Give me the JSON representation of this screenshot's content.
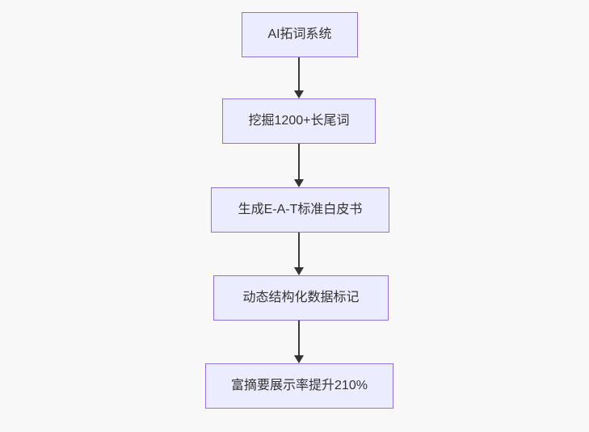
{
  "diagram": {
    "type": "flowchart",
    "direction": "top-down",
    "nodes": [
      {
        "id": "node-1",
        "label": "AI拓词系统"
      },
      {
        "id": "node-2",
        "label": "挖掘1200+长尾词"
      },
      {
        "id": "node-3",
        "label": "生成E-A-T标准白皮书"
      },
      {
        "id": "node-4",
        "label": "动态结构化数据标记"
      },
      {
        "id": "node-5",
        "label": "富摘要展示率提升210%"
      }
    ],
    "edges": [
      {
        "from": "node-1",
        "to": "node-2"
      },
      {
        "from": "node-2",
        "to": "node-3"
      },
      {
        "from": "node-3",
        "to": "node-4"
      },
      {
        "from": "node-4",
        "to": "node-5"
      }
    ],
    "colors": {
      "background": "#f8f8f8",
      "node_fill": "#ECECFF",
      "node_border": "#9370DB",
      "text": "#333333",
      "arrow": "#333333"
    }
  }
}
